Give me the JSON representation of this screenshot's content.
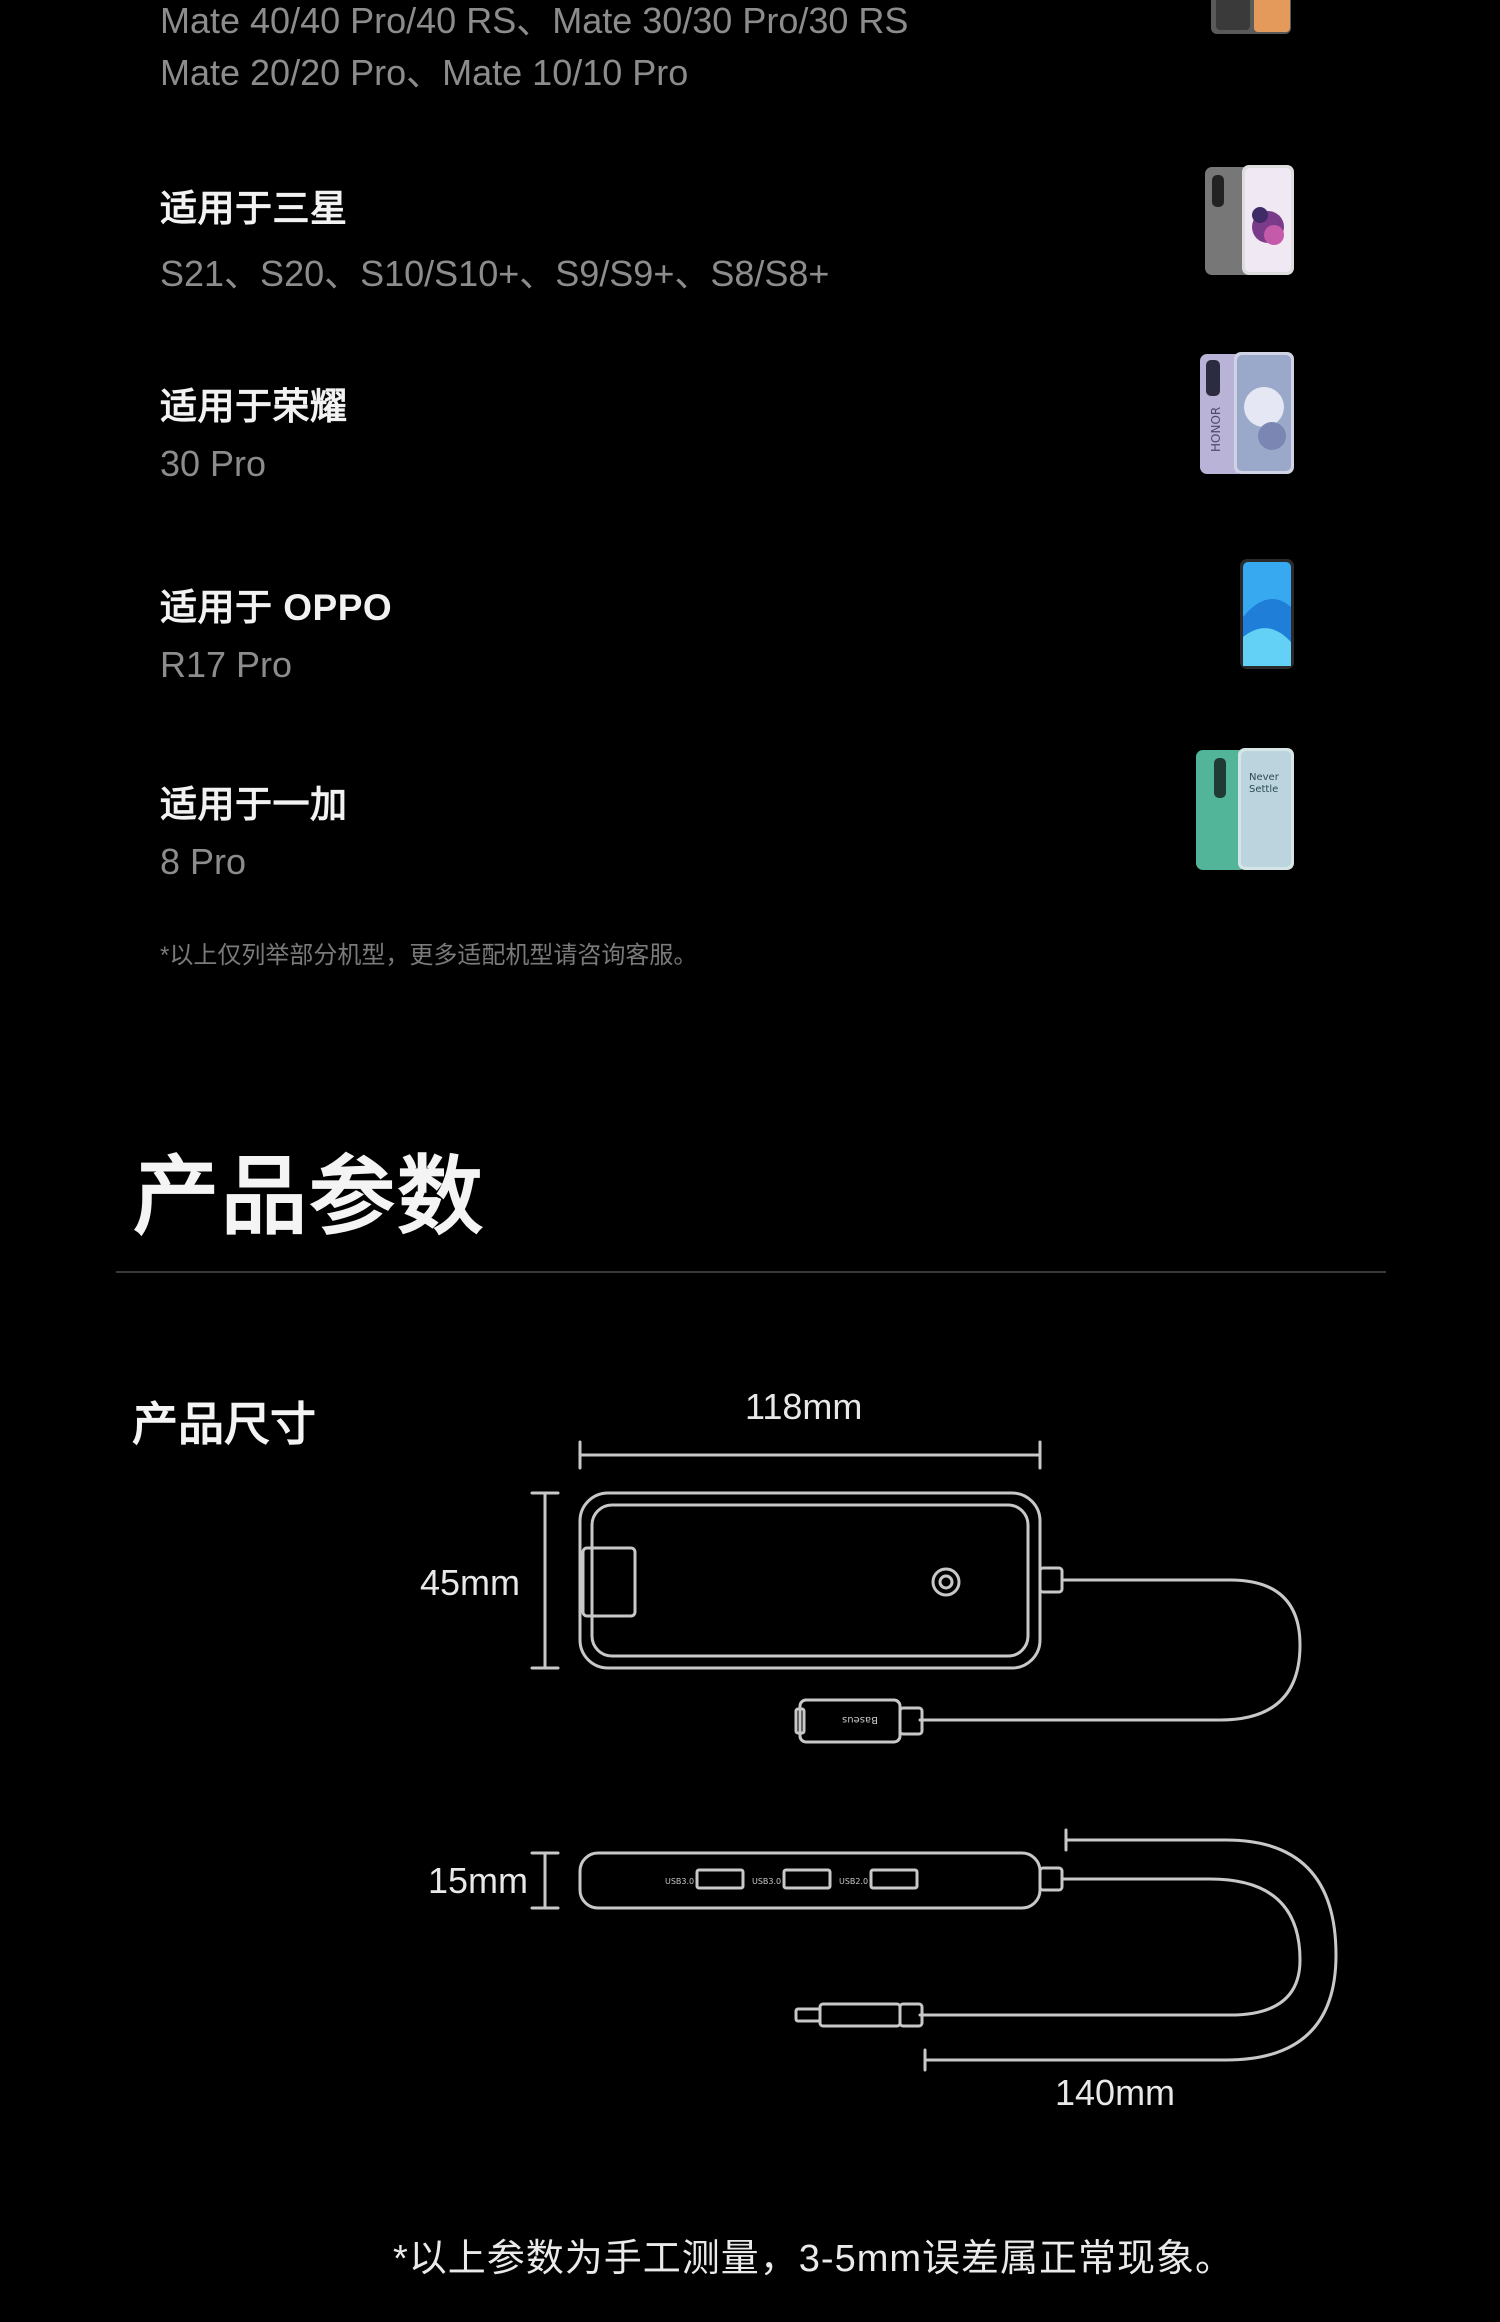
{
  "compatibility": {
    "huawei_models_line1": "Mate 40/40 Pro/40 RS、Mate 30/30 Pro/30 RS",
    "huawei_models_line2": "Mate 20/20 Pro、Mate 10/10 Pro",
    "groups": [
      {
        "brand": "适用于三星",
        "models": "S21、S20、S10/S10+、S9/S9+、S8/S8+"
      },
      {
        "brand": "适用于荣耀",
        "models": "30 Pro"
      },
      {
        "brand": "适用于 OPPO",
        "models": "R17 Pro"
      },
      {
        "brand": "适用于一加",
        "models": "8 Pro"
      }
    ],
    "note": "*以上仅列举部分机型，更多适配机型请咨询客服。"
  },
  "params": {
    "title": "产品参数",
    "size_label": "产品尺寸",
    "width": "118mm",
    "height": "45mm",
    "thickness": "15mm",
    "cable": "140mm",
    "port_labels": [
      "USB3.0",
      "USB3.0",
      "USB2.0"
    ],
    "footnote": "*以上参数为手工测量，3-5mm误差属正常现象。"
  },
  "colors": {
    "background": "#000000",
    "text": "#f2f2f2",
    "muted": "#8c8c8c",
    "line": "#bfbfbf"
  }
}
